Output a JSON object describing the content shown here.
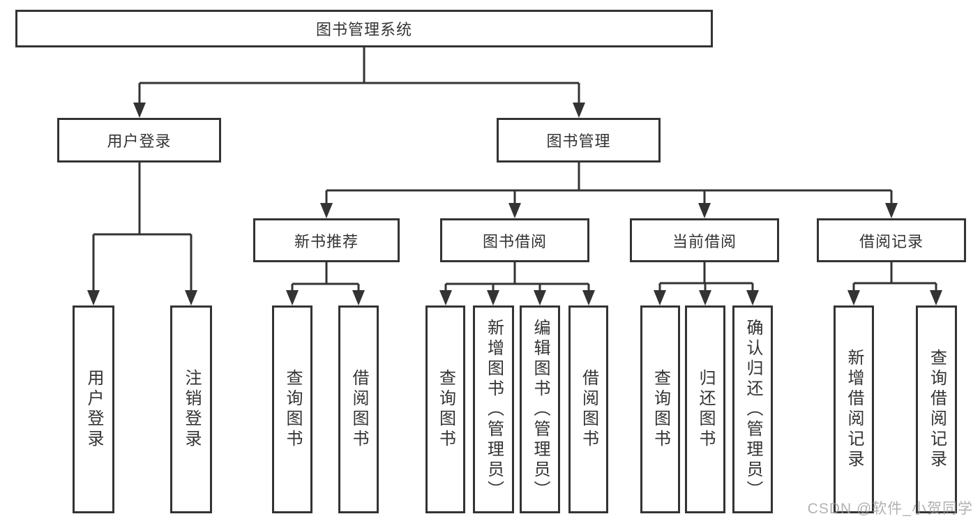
{
  "diagram_title": "图书管理系统",
  "watermark": "CSDN @软件_小贺同学",
  "tree": {
    "root": {
      "label": "图书管理系统"
    },
    "level2": [
      {
        "label": "用户登录",
        "children": [
          {
            "label": "用户登录"
          },
          {
            "label": "注销登录"
          }
        ]
      },
      {
        "label": "图书管理",
        "children": [
          {
            "label": "新书推荐",
            "children": [
              {
                "label": "查询图书"
              },
              {
                "label": "借阅图书"
              }
            ]
          },
          {
            "label": "图书借阅",
            "children": [
              {
                "label": "查询图书"
              },
              {
                "label": "新增图书（管理员）"
              },
              {
                "label": "编辑图书（管理员）"
              },
              {
                "label": "借阅图书"
              }
            ]
          },
          {
            "label": "当前借阅",
            "children": [
              {
                "label": "查询图书"
              },
              {
                "label": "归还图书"
              },
              {
                "label": "确认归还（管理员）"
              }
            ]
          },
          {
            "label": "借阅记录",
            "children": [
              {
                "label": "新增借阅记录"
              },
              {
                "label": "查询借阅记录"
              }
            ]
          }
        ]
      }
    ]
  }
}
